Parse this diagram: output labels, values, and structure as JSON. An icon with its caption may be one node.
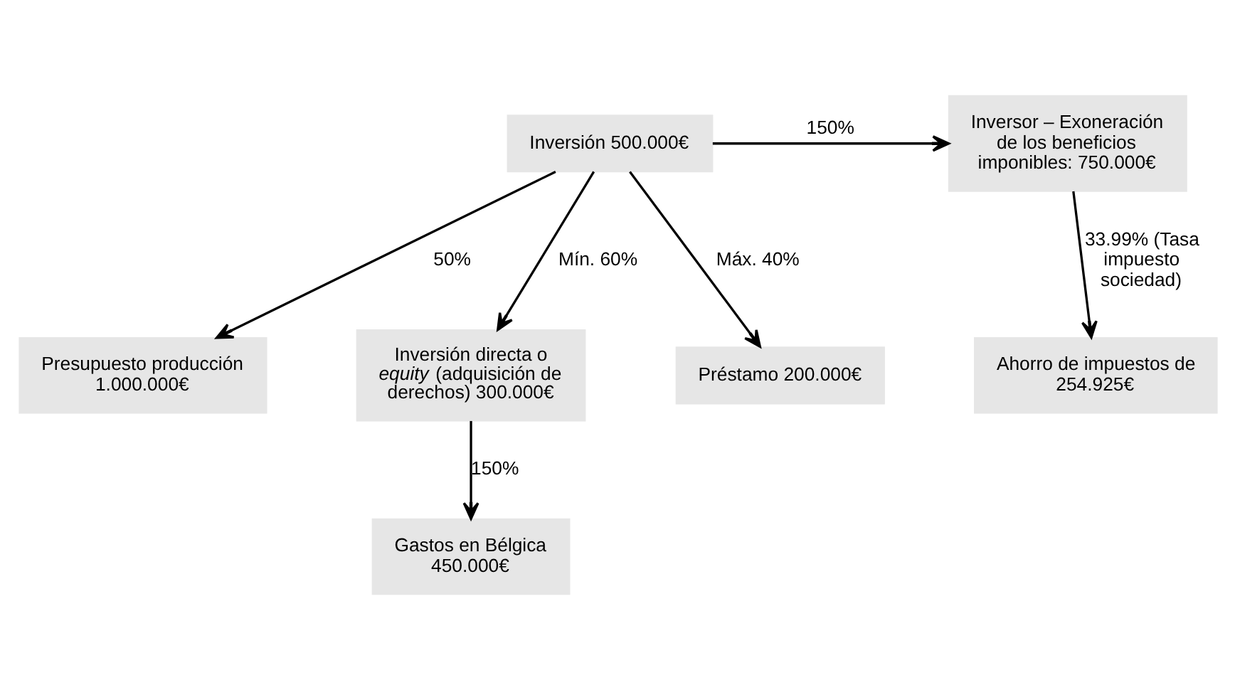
{
  "diagram": {
    "nodes": [
      {
        "text": [
          "Inversión 500.000€"
        ]
      },
      {
        "text": [
          "Inversor – Exoneración de los beneficios imponibles: 750.000€"
        ]
      },
      {
        "text": [
          "Ahorro de impuestos de 254.925€"
        ]
      },
      {
        "text": [
          "Presupuesto producción 1.000.000€"
        ]
      },
      {
        "text": [
          "Inversión directa o *equity* (adquisición de derechos) 300.000€"
        ]
      },
      {
        "text": [
          "Préstamo 200.000€"
        ]
      },
      {
        "text": [
          "Gastos en Bélgica 450.000€"
        ]
      }
    ],
    "edges": [
      {
        "from": 0,
        "to": 1,
        "arrow": "to",
        "label": "150%"
      },
      {
        "from": 1,
        "to": 2,
        "arrow": "to",
        "label": "33.99% (Tasa impuesto sociedad)"
      },
      {
        "from": 0,
        "to": 3,
        "arrow": "to",
        "label": "50%"
      },
      {
        "from": 0,
        "to": 4,
        "arrow": "to",
        "label": "Mín. 60%"
      },
      {
        "from": 0,
        "to": 5,
        "arrow": "to",
        "label": "Máx. 40%"
      },
      {
        "from": 4,
        "to": 6,
        "arrow": "to",
        "label": "150%"
      }
    ]
  }
}
